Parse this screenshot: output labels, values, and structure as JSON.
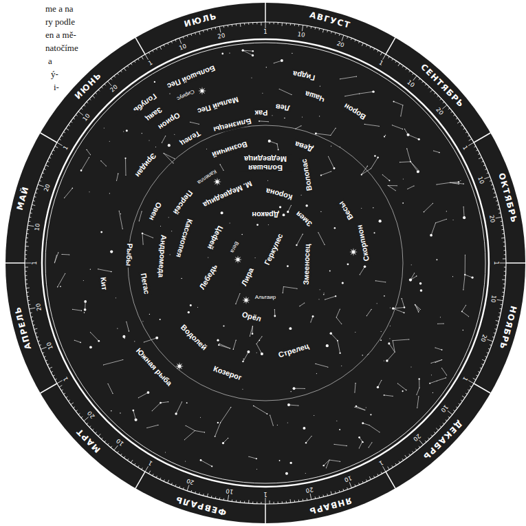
{
  "diagram": {
    "labels": [
      "me a na",
      "ry podle",
      "en a mě-",
      "natočíme",
      "a",
      "ý-",
      "i-",
      "ИЮЛЬ",
      "1",
      "10",
      "20",
      "АВГУСТ",
      "1",
      "10",
      "20",
      "СЕНТЯБРЬ",
      "1",
      "10",
      "20",
      "ОКТЯБРЬ",
      "1",
      "10",
      "20",
      "НОЯБРЬ",
      "1",
      "10",
      "20",
      "ДЕКАБРЬ",
      "1",
      "10",
      "20",
      "ЯНВАРЬ",
      "1",
      "10",
      "20",
      "ФЕВРАЛЬ",
      "1",
      "10",
      "20",
      "МАРТ",
      "1",
      "10",
      "20",
      "АПРЕЛЬ",
      "1",
      "10",
      "20",
      "МАЙ",
      "1",
      "10",
      "20",
      "ИЮНЬ",
      "1",
      "10",
      "20",
      "Голубь",
      "Большой Пес",
      "Сириус",
      "Заяц",
      "Орион",
      "Эридан",
      "Телец",
      "Малый Пес",
      "Близнецы",
      "Рак",
      "Лев",
      "Гидра",
      "Чаша",
      "Ворон",
      "Возничий",
      "Большая Медведица",
      "Дева",
      "Волопас",
      "Капелла",
      "Персей",
      "М. Медведица",
      "Корона",
      "Дракон",
      "Змея",
      "Весы",
      "Овен",
      "Кассиопея",
      "Цефей",
      "Геркулес",
      "Вега",
      "Андромеда",
      "Рыбы",
      "Кит",
      "Пегас",
      "Лебедь",
      "Лира",
      "Змееносец",
      "Скорпион",
      "Альтаир",
      "Орёл",
      "Водолей",
      "Козерог",
      "Стрелец",
      "Южная рыба"
    ]
  }
}
